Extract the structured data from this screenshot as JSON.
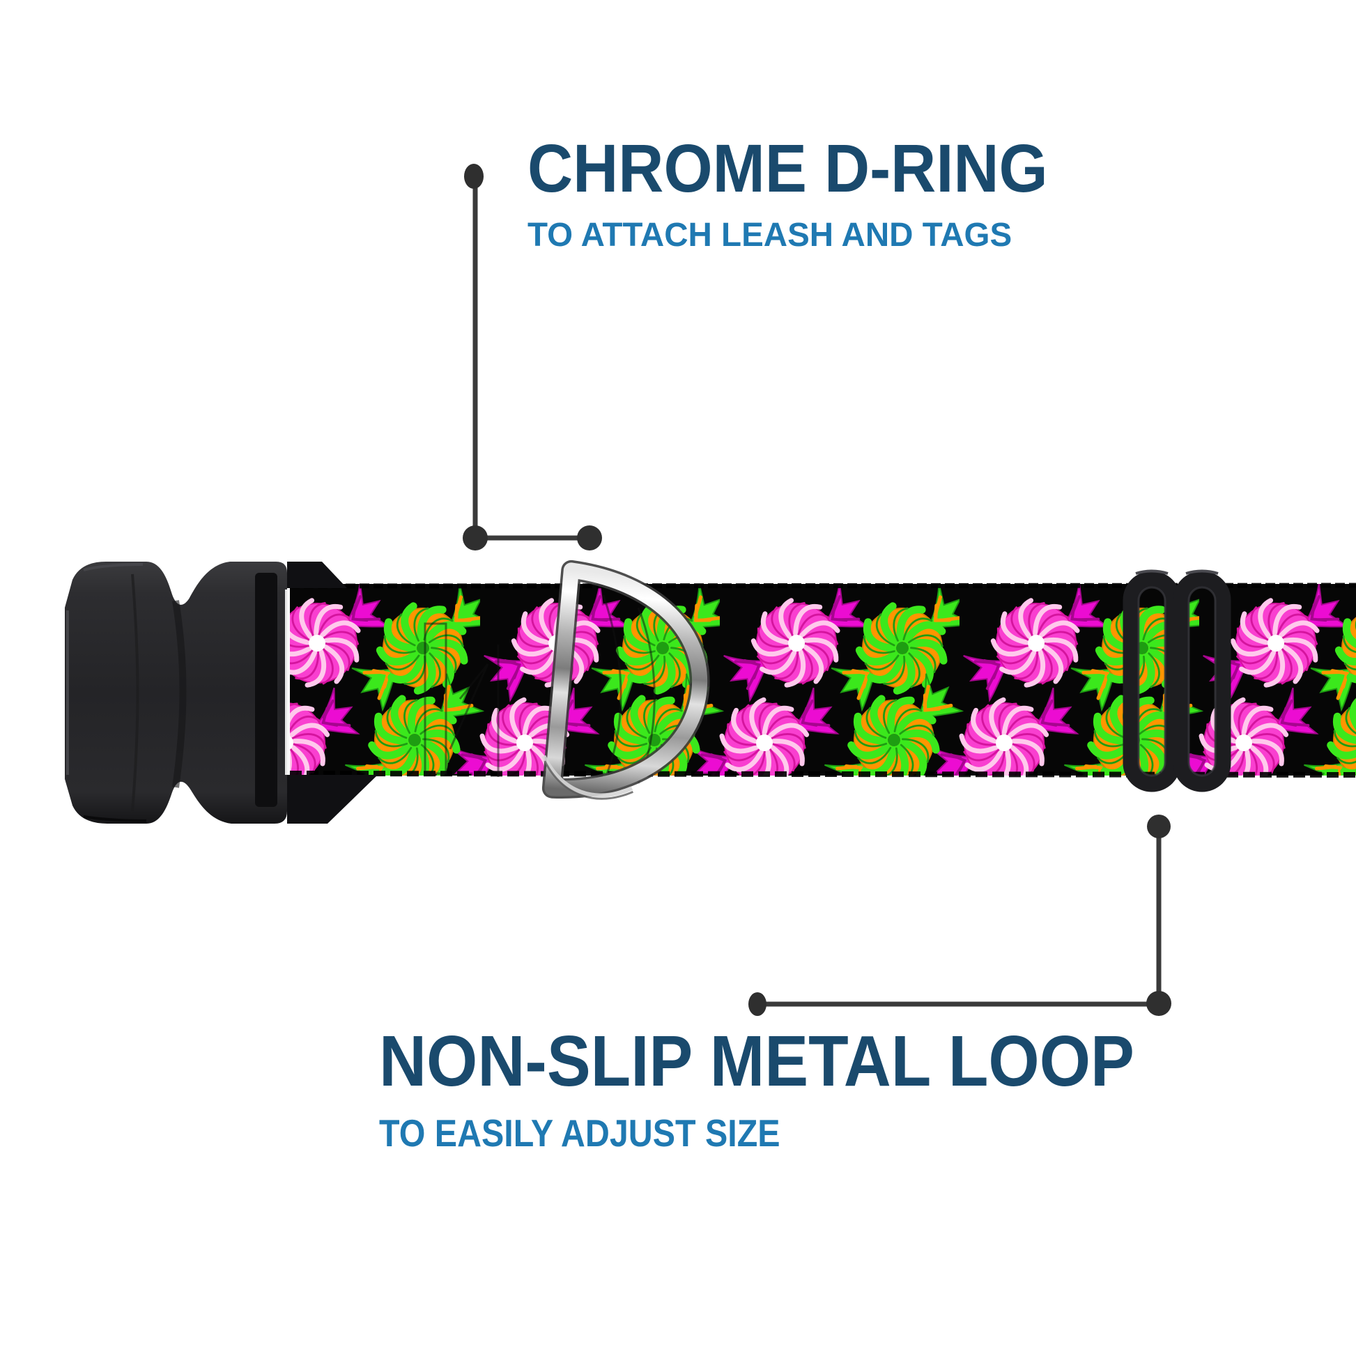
{
  "annotations": {
    "top": {
      "title": "CHROME D-RING",
      "subtitle": "TO ATTACH LEASH AND TAGS"
    },
    "bottom": {
      "title": "NON-SLIP METAL LOOP",
      "subtitle": "TO EASILY ADJUST SIZE"
    }
  },
  "product": {
    "description": "Dog collar with black side-release buckle, chrome D-ring, black non-slip metal loop and black webbing printed with pink and green swirl candies"
  },
  "colors": {
    "navy": "#1A4A6D",
    "blue": "#1F79B2",
    "line": "#3A3A3A",
    "dot": "#2F2F2F",
    "strap": "#060606",
    "pink": "#F93FD0",
    "pinkLight": "#FFC9EC",
    "pinkDark": "#D5149E",
    "magenta": "#EC0CD2",
    "magentaDark": "#A7058F",
    "green": "#3BE81C",
    "greenDark": "#1E9D12",
    "orange": "#FF9500",
    "buckle": "#29292C",
    "chromeLight": "#F4F4F4",
    "chromeDark": "#7E7E7E"
  }
}
